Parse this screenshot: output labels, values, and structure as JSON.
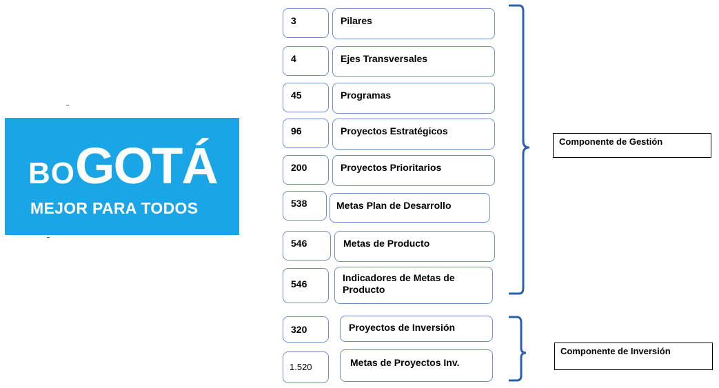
{
  "logo": {
    "brand_small_1": "BO",
    "brand_big": "GOTÁ",
    "tagline": "MEJOR PARA TODOS",
    "background_color": "#1aa6e6"
  },
  "rows": [
    {
      "number": "3",
      "label": "Pilares"
    },
    {
      "number": "4",
      "label": "Ejes Transversales"
    },
    {
      "number": "45",
      "label": "Programas"
    },
    {
      "number": "96",
      "label": "Proyectos Estratégicos"
    },
    {
      "number": "200",
      "label": "Proyectos Prioritarios"
    },
    {
      "number": "538",
      "label": "Metas Plan de Desarrollo"
    },
    {
      "number": "546",
      "label": "Metas de Producto"
    },
    {
      "number": "546",
      "label": "Indicadores de Metas de Producto"
    },
    {
      "number": "320",
      "label": "Proyectos de Inversión"
    },
    {
      "number": "1.520",
      "label": "Metas de Proyectos Inv."
    }
  ],
  "components": {
    "gestion": "Componente de Gestión",
    "inversion": "Componente de Inversión"
  },
  "colors": {
    "box_border": "#6d8fd0",
    "brace": "#2c5fb0"
  }
}
